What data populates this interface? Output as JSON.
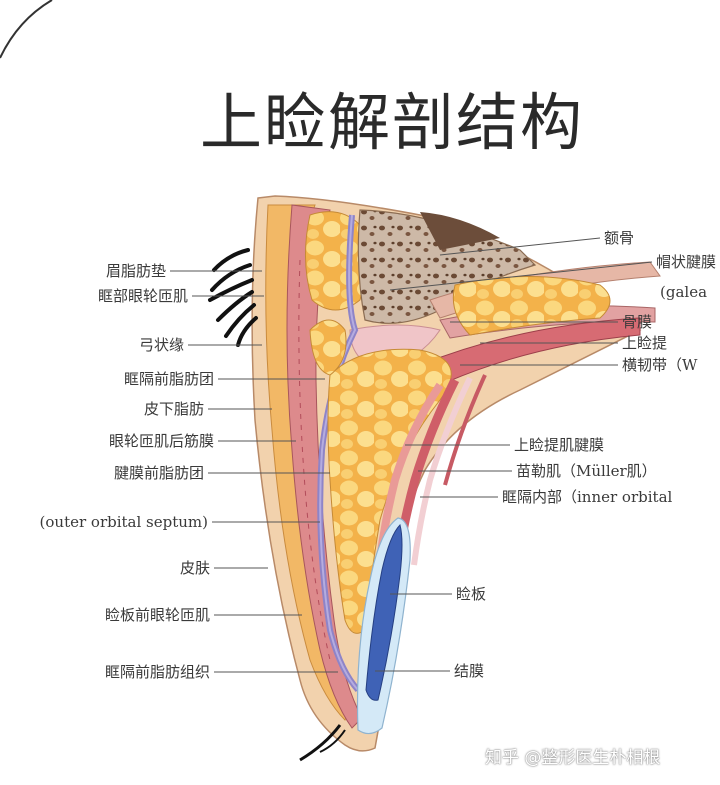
{
  "title": "上睑解剖结构",
  "labels_left": [
    "眉脂肪垫",
    "眶部眼轮匝肌",
    "弓状缘",
    "眶隔前脂肪团",
    "皮下脂肪",
    "眼轮匝肌后筋膜",
    "腱膜前脂肪团",
    "(outer orbital septum)",
    "皮肤",
    "睑板前眼轮匝肌",
    "眶隔前脂肪组织"
  ],
  "labels_right": [
    "额骨",
    "帽状腱膜",
    "(galea",
    "骨膜",
    "上睑提",
    "横韧带（W",
    "上睑提肌腱膜",
    "苗勒肌（Müller肌）",
    "眶隔内部（inner orbital",
    "睑板",
    "结膜"
  ],
  "watermark": "知乎 @整形医生朴相根",
  "colors": {
    "skin": "#f4cfa6",
    "fat": "#f6c86a",
    "fat_light": "#fde29a",
    "muscle": "#d86f74",
    "septum": "#8a82c4",
    "bone": "#cbb8a8",
    "tarsus": "#3d5fb0",
    "conjunctiva": "#cfe6f6"
  }
}
